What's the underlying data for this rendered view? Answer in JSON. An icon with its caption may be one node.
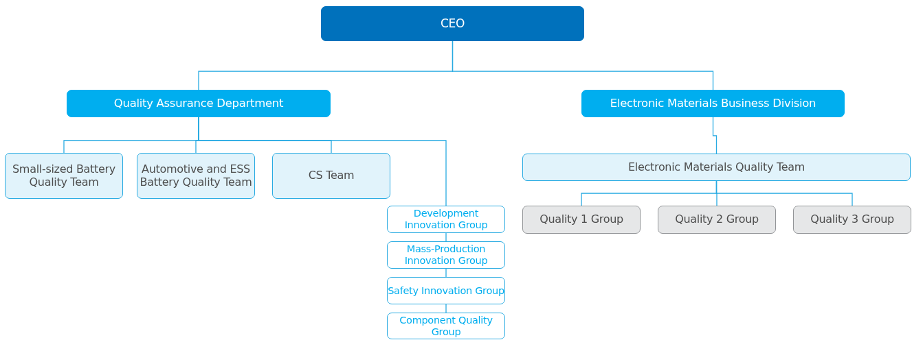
{
  "diagram": {
    "nodes": [
      {
        "text": [
          "CEO"
        ]
      },
      {
        "text": [
          "Quality Assurance Department"
        ]
      },
      {
        "text": [
          "Electronic Materials Business Division"
        ]
      },
      {
        "text": [
          "Small-sized Battery Quality Team"
        ]
      },
      {
        "text": [
          "Automotive and ESS Battery Quality Team"
        ]
      },
      {
        "text": [
          "CS Team"
        ]
      },
      {
        "text": [
          "Development Innovation Group"
        ]
      },
      {
        "text": [
          "Mass-Production Innovation Group"
        ]
      },
      {
        "text": [
          "Safety Innovation Group"
        ]
      },
      {
        "text": [
          "Component Quality Group"
        ]
      },
      {
        "text": [
          "Electronic Materials Quality Team"
        ]
      },
      {
        "text": [
          "Quality 1 Group"
        ]
      },
      {
        "text": [
          "Quality 2 Group"
        ]
      },
      {
        "text": [
          "Quality 3 Group"
        ]
      }
    ],
    "edges": [
      {
        "from": 0,
        "to": 1,
        "arrow": "none"
      },
      {
        "from": 0,
        "to": 2,
        "arrow": "none"
      },
      {
        "from": 1,
        "to": 3,
        "arrow": "none"
      },
      {
        "from": 1,
        "to": 4,
        "arrow": "none"
      },
      {
        "from": 1,
        "to": 5,
        "arrow": "none"
      },
      {
        "from": 1,
        "to": 6,
        "arrow": "none"
      },
      {
        "from": 6,
        "to": 7,
        "arrow": "none"
      },
      {
        "from": 7,
        "to": 8,
        "arrow": "none"
      },
      {
        "from": 8,
        "to": 9,
        "arrow": "none"
      },
      {
        "from": 2,
        "to": 10,
        "arrow": "none"
      },
      {
        "from": 10,
        "to": 11,
        "arrow": "none"
      },
      {
        "from": 10,
        "to": 12,
        "arrow": "none"
      },
      {
        "from": 10,
        "to": 13,
        "arrow": "none"
      }
    ]
  }
}
